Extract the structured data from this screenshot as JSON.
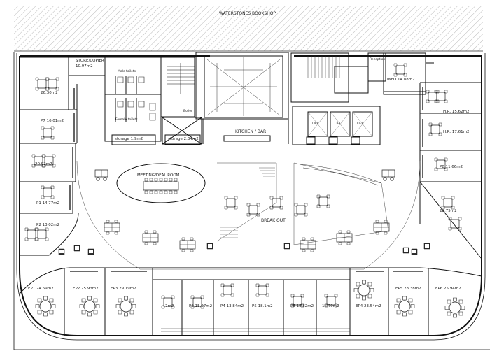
{
  "street": "WATERSTONES BOOKSHOP",
  "rooms": {
    "store": "STORE/COPIER",
    "store_area": "10.97m2",
    "r_26": "26.30m2",
    "p7": "P7 16.01m2",
    "r_20": "20.92m2",
    "p1": "P1 14.77m2",
    "p2": "P2 13.02m2",
    "info": "INFO 14.88m2",
    "hr1": "H.R. 15.62m2",
    "hr2": "H.R. 17.61m2",
    "p8": "P8 11.66m2",
    "r_28": "28.75m2",
    "storage1": "storage 1.9m2",
    "storage2": "storage 2.34m2",
    "kitchen": "KITCHEN / BAR",
    "meeting1": "MEETING/DEAL ROOM",
    "breakout": "BREAK OUT",
    "ep1": "EP1 24.69m2",
    "ep2": "EP2 25.93m2",
    "ep3": "EP3 29.19m2",
    "r_7": "7m2",
    "p3": "P3 15.07m2",
    "p4": "P4 13.84m2",
    "p5": "P5 18.1m2",
    "p6": "P6 15.82m2",
    "r_15": "15.79m2",
    "ep4": "EP4 23.54m2",
    "ep5": "EP5 28.38m2",
    "ep6": "EP6 25.94m2",
    "lift1": "LIFT",
    "lift2": "LIFT",
    "lift3": "LIFT",
    "male": "Male toilets",
    "female": "Female toilets",
    "boiler": "Boiler",
    "recep": "Reception"
  }
}
